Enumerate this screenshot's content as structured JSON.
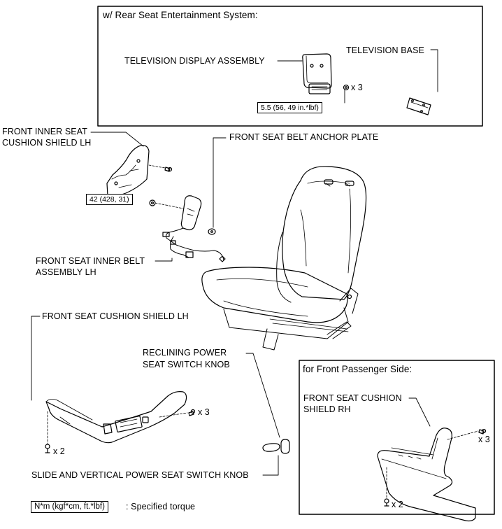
{
  "inset_rse": {
    "title": "w/ Rear Seat Entertainment System:",
    "tv_display": "TELEVISION DISPLAY ASSEMBLY",
    "tv_base": "TELEVISION BASE",
    "qty": "x 3",
    "torque": "5.5 (56, 49 in.*lbf)"
  },
  "main": {
    "inner_shield": [
      "FRONT INNER SEAT",
      "CUSHION SHIELD LH"
    ],
    "anchor_plate": "FRONT SEAT BELT ANCHOR PLATE",
    "belt_torque": "42 (428, 31)",
    "inner_belt": [
      "FRONT SEAT INNER BELT",
      "ASSEMBLY LH"
    ],
    "cushion_shield_lh": "FRONT SEAT CUSHION SHIELD LH",
    "reclining_knob": [
      "RECLINING POWER",
      "SEAT SWITCH KNOB"
    ],
    "slide_knob": "SLIDE AND VERTICAL POWER SEAT SWITCH KNOB",
    "qty_screws": "x 3",
    "qty_clips": "x 2"
  },
  "inset_passenger": {
    "title": "for Front Passenger Side:",
    "shield_rh": [
      "FRONT SEAT CUSHION",
      "SHIELD RH"
    ],
    "qty_screws": "x 3",
    "qty_clips": "x 2"
  },
  "legend": {
    "unit_box": "N*m (kgf*cm, ft.*lbf)",
    "text": ": Specified torque"
  }
}
